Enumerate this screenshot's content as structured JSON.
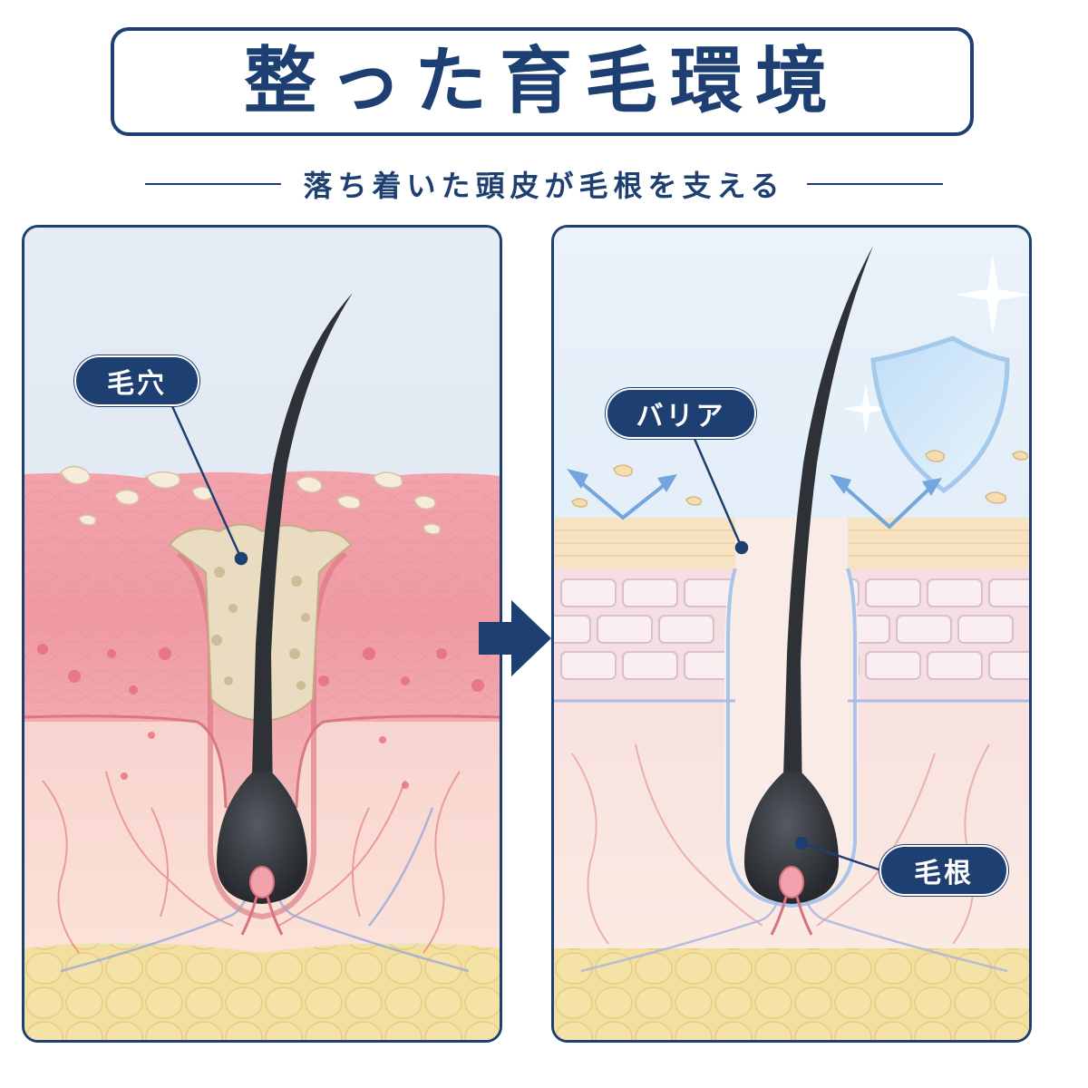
{
  "header": {
    "title": "整った育毛環境",
    "subtitle": "落ち着いた頭皮が毛根を支える"
  },
  "labels": {
    "pore": "毛穴",
    "barrier": "バリア",
    "root": "毛根"
  },
  "colors": {
    "brand_navy": "#1d3f72",
    "inflamed_skin": "#f0a0a8",
    "healthy_skin": "#f7e4c8",
    "fat_layer": "#f3e0a0",
    "hair": "#2e3136"
  }
}
